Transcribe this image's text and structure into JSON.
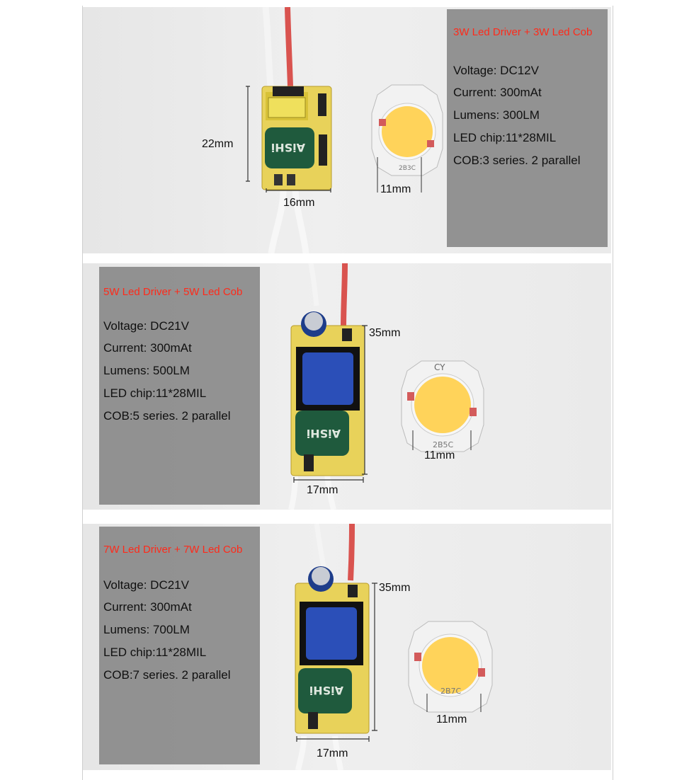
{
  "panels": [
    {
      "title": "3W Led Driver + 3W Led Cob",
      "specs": [
        "Voltage: DC12V",
        "Current: 300mAt",
        "Lumens: 300LM",
        "LED chip:11*28MIL",
        "COB:3 series. 2 parallel"
      ],
      "driver_height": "22mm",
      "driver_width": "16mm",
      "cob_width": "11mm",
      "cob_label": "2B3C"
    },
    {
      "title": "5W Led Driver + 5W Led Cob",
      "specs": [
        "Voltage: DC21V",
        "Current: 300mAt",
        "Lumens: 500LM",
        "LED chip:11*28MIL",
        "COB:5 series. 2 parallel"
      ],
      "driver_height": "35mm",
      "driver_width": "17mm",
      "cob_width": "11mm",
      "cob_label": "2B5C",
      "cob_top_label": "CY"
    },
    {
      "title": "7W Led Driver + 7W Led Cob",
      "specs": [
        "Voltage: DC21V",
        "Current: 300mAt",
        "Lumens: 700LM",
        "LED chip:11*28MIL",
        "COB:7 series. 2 parallel"
      ],
      "driver_height": "35mm",
      "driver_width": "17mm",
      "cob_width": "11mm",
      "cob_label": "2B7C"
    }
  ],
  "capacitor_text": "AiSHi",
  "colors": {
    "title_red": "#ff2a1a",
    "card_gray": "#787878",
    "pcb_yellow": "#e8d25a",
    "capacitor_green": "#1f5a3d",
    "transformer_blue": "#2b4fb8",
    "cob_phosphor": "#ffd35a",
    "wire_red": "#d9534f"
  }
}
